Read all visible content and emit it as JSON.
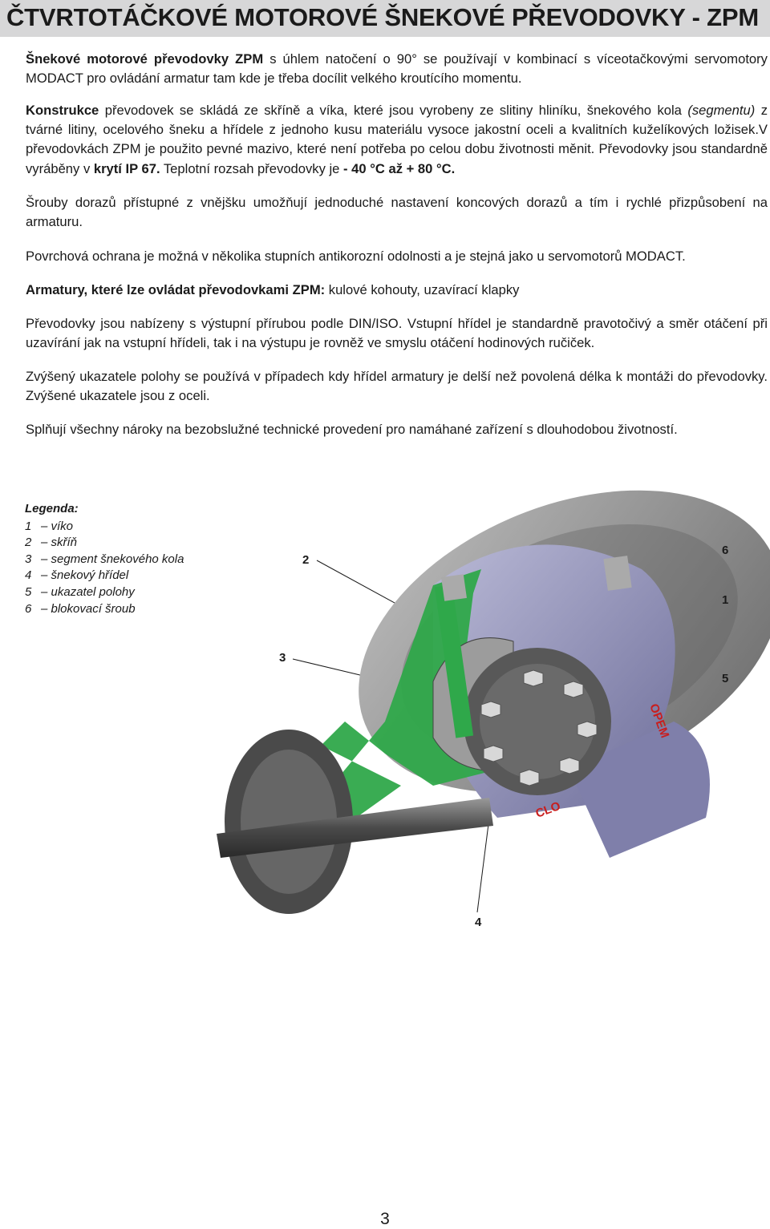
{
  "title": "ČTVRTOTÁČKOVÉ MOTOROVÉ ŠNEKOVÉ PŘEVODOVKY - ZPM",
  "paragraphs": {
    "p1": {
      "bold": "Šnekové motorové převodovky ZPM",
      "rest": " s úhlem natočení o 90° se používají v kombinací s víceotačkovými servomotory MODACT pro ovládání armatur tam kde je třeba docílit velkého kroutícího momentu."
    },
    "p2": {
      "bold": "Konstrukce",
      "t1": " převodovek se skládá ze skříně a víka, které jsou vyrobeny ze slitiny hliníku, šnekového kola ",
      "italic": "(segmentu)",
      "t2": " z tvárné litiny, ocelového šneku a hřídele z jednoho kusu materiálu vysoce jakostní oceli a kvalitních kuželíkových ložisek.V převodovkách ZPM je použito pevné mazivo, které není potřeba po celou dobu životnosti měnit. Převodovky jsou standardně vyráběny v ",
      "bold2": "krytí IP 67.",
      "t3": " Teplotní rozsah převodovky je ",
      "bold3": "- 40 °C až + 80 °C."
    },
    "p3": "Šrouby dorazů přístupné z vnějšku umožňují jednoduché nastavení koncových dorazů a tím i rychlé přizpůsobení na armaturu.",
    "p4": "Povrchová ochrana je možná v několika stupních antikorozní odolnosti a je stejná jako u servomotorů MODACT.",
    "p5": {
      "bold": "Armatury, které lze ovládat převodovkami ZPM:",
      "rest": " kulové kohouty, uzavírací klapky"
    },
    "p6": "Převodovky jsou nabízeny s výstupní přírubou podle DIN/ISO. Vstupní hřídel je standardně pravotočivý a směr otáčení při uzavírání jak na vstupní hřídeli, tak i na výstupu je rovněž ve smyslu otáčení hodinových ručiček.",
    "p7": "Zvýšený ukazatele polohy se používá v případech kdy hřídel armatury je delší než povolená délka k montáži do převodovky. Zvýšené ukazatele jsou z oceli.",
    "p8": "Splňují všechny nároky na bezobslužné technické provedení pro namáhané zařízení s dlouhodobou životností."
  },
  "legend": {
    "title": "Legenda:",
    "items": [
      {
        "num": "1",
        "text": "– víko"
      },
      {
        "num": "2",
        "text": "– skříň"
      },
      {
        "num": "3",
        "text": "– segment šnekového kola"
      },
      {
        "num": "4",
        "text": "– šnekový hřídel"
      },
      {
        "num": "5",
        "text": "– ukazatel polohy"
      },
      {
        "num": "6",
        "text": "– blokovací šroub"
      }
    ]
  },
  "callouts": {
    "c1": "1",
    "c2": "2",
    "c3": "3",
    "c4": "4",
    "c5": "5",
    "c6": "6"
  },
  "indicator_text": "OPEM",
  "indicator_text2": "CLO",
  "page_number": "3",
  "colors": {
    "title_bg": "#d7d7d8",
    "housing": "#8f8fb8",
    "section": "#2fa84a",
    "dark": "#3a3a3a"
  }
}
